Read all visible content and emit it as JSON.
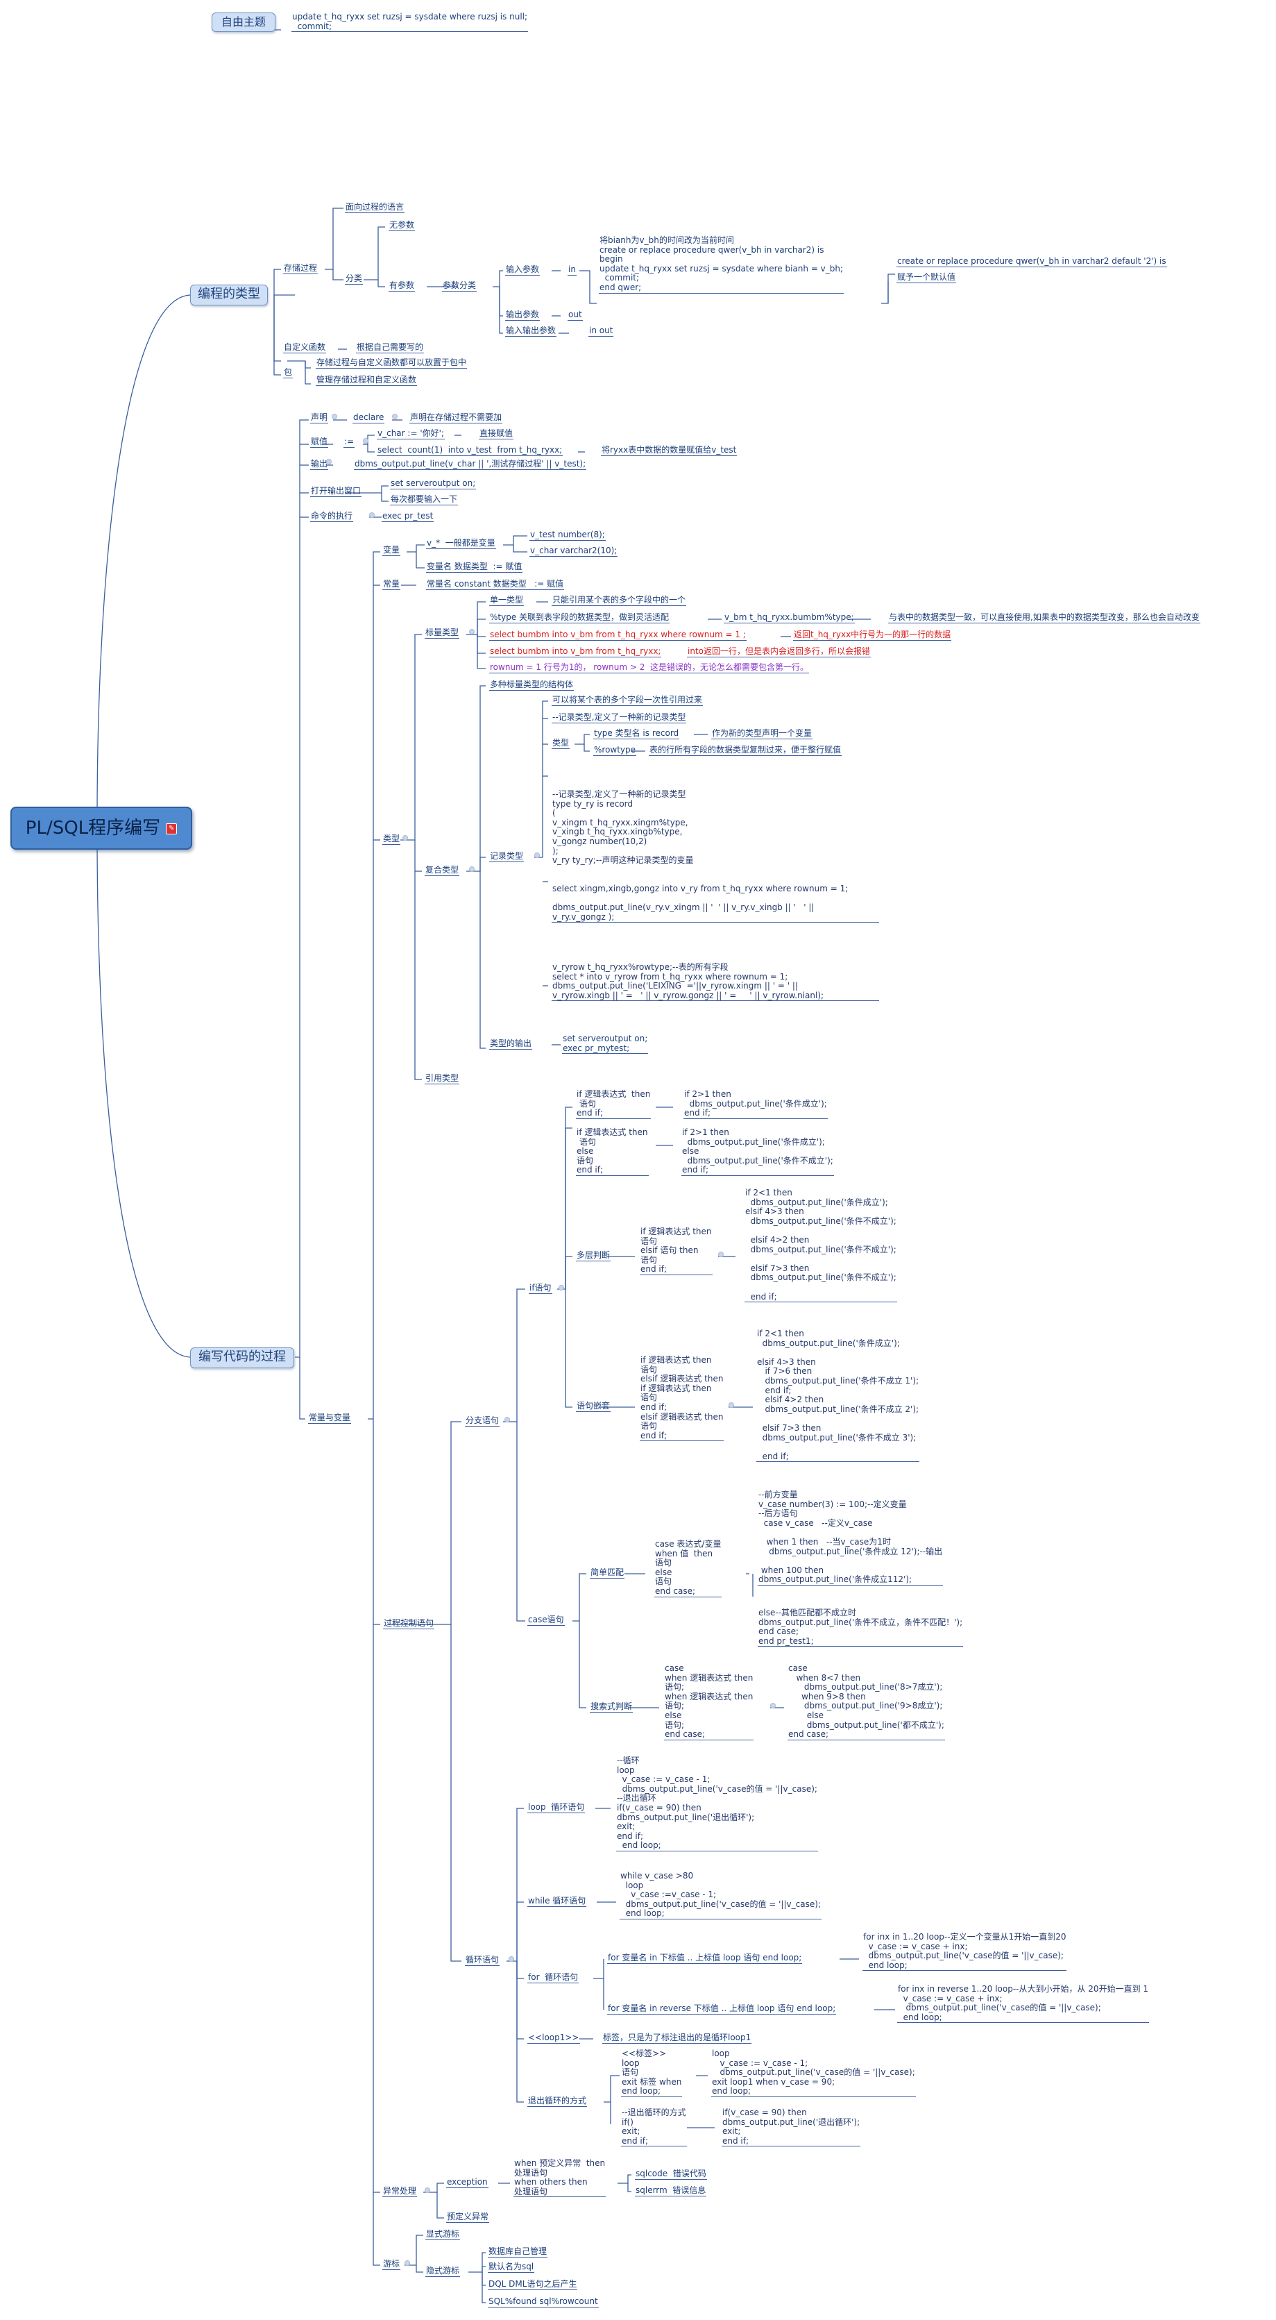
{
  "root": {
    "label": "PL/SQL程序编写"
  },
  "free_topic": {
    "label": "自由主题",
    "text": "update t_hq_ryxx set ruzsj = sysdate where ruzsj is null;\n  commit;"
  },
  "branches": {
    "types": "编程的类型",
    "code": "编写代码的过程"
  },
  "types": {
    "stored_proc": "存储过程",
    "procedural_lang": "面向过程的语言",
    "classify": "分类",
    "no_params": "无参数",
    "with_params": "有参数",
    "param_classify": "参数分类",
    "in_param": "输入参数",
    "in": "in",
    "in_code": "将bianh为v_bh的时间改为当前时间\ncreate or replace procedure qwer(v_bh in varchar2) is\nbegin\nupdate t_hq_ryxx set ruzsj = sysdate where bianh = v_bh;\n  commit;\nend qwer;",
    "default_code": "create or replace procedure qwer(v_bh in varchar2 default '2') is",
    "default_note": "赋予一个默认值",
    "out_param": "输出参数",
    "out": "out",
    "inout_param": "输入输出参数",
    "inout": "in out",
    "custom_func": "自定义函数",
    "custom_func_note": "根据自己需要写的",
    "package": "包",
    "package_note1": "存储过程与自定义函数都可以放置于包中",
    "package_note2": "管理存储过程和自定义函数"
  },
  "code": {
    "declare_label": "声明",
    "declare": "declare",
    "declare_note": "声明在存储过程不需要加",
    "assign_label": "赋值",
    "assign_op": ":=",
    "assign_direct": "v_char := '你好';",
    "assign_direct_note": "直接赋值",
    "assign_select": "select  count(1)  into v_test  from t_hq_ryxx;",
    "assign_select_note": "将ryxx表中数据的数量赋值给v_test",
    "output_label": "输出",
    "output_code": "dbms_output.put_line(v_char || ',测试存储过程' || v_test);",
    "open_output_label": "打开输出窗口",
    "serveroutput": "set serveroutput on;",
    "every_time": "每次都要输入一下",
    "cmd_exec_label": "命令的执行",
    "cmd_exec": "exec pr_test",
    "const_var": "常量与变量",
    "variable": "变量",
    "var_prefix": "v_*  一般都是变量",
    "var_num": "v_test number(8);",
    "var_char": "v_char varchar2(10);",
    "var_assign": "变量名 数据类型  := 赋值",
    "constant": "常量",
    "const_assign": "常量名 constant 数据类型   := 赋值",
    "category": "类型",
    "scalar": "标量类型",
    "single": "单一类型",
    "single_note": "只能引用某个表的多个字段中的一个",
    "type_ref": "%type 关联到表字段的数据类型，做到灵活适配",
    "type_ref_code": "v_bm t_hq_ryxx.bumbm%type;",
    "type_ref_note": "与表中的数据类型一致，可以直接使用,如果表中的数据类型改变，那么也会自动改变",
    "row1_code": "select bumbm into v_bm from t_hq_ryxx where rownum = 1 ;",
    "row1_note": "返回t_hq_ryxx中行号为一的那一行的数据",
    "row_code": "select bumbm into v_bm from t_hq_ryxx;",
    "row_note": "into返回一行，但是表内会返回多行，所以会报错",
    "rownum_note": "rownum = 1 行号为1的， rownum > 2  这是错误的，无论怎么都需要包含第一行。",
    "composite": "复合类型",
    "multi_scalar": "多种标量类型的结构体",
    "record_type": "记录类型",
    "record_cite": "可以将某个表的多个字段一次性引用过来",
    "record_note": "--记录类型,定义了一种新的记录类型",
    "rec_type": "类型",
    "rec_type_code": "type 类型名 is record",
    "rec_type_note": "作为新的类型声明一个变量",
    "rowtype": "%rowtype",
    "rowtype_note": "表的行所有字段的数据类型复制过来，便于整行赋值",
    "rec_code": "--记录类型,定义了一种新的记录类型\ntype ty_ry is record\n(\nv_xingm t_hq_ryxx.xingm%type,\nv_xingb t_hq_ryxx.xingb%type,\nv_gongz number(10,2)\n);\nv_ry ty_ry;--声明这种记录类型的变量\n\n\nselect xingm,xingb,gongz into v_ry from t_hq_ryxx where rownum = 1;\n\ndbms_output.put_line(v_ry.v_xingm || '  ' || v_ry.v_xingb || '   ' ||\nv_ry.v_gongz );",
    "rowtype_code": "v_ryrow t_hq_ryxx%rowtype;--表的所有字段\nselect * into v_ryrow from t_hq_ryxx where rownum = 1;\ndbms_output.put_line('LEIXING  ='||v_ryrow.xingm || ' = ' ||\nv_ryrow.xingb || ' =   ' || v_ryrow.gongz || ' =     ' || v_ryrow.nianl);",
    "type_output": "类型的输出",
    "type_output_code": "set serveroutput on;\nexec pr_mytest;",
    "ref_type": "引用类型",
    "flow_control": "过程控制语句",
    "branch": "分支语句",
    "if_stmt": "if语句",
    "if1_syntax": "if 逻辑表达式  then\n 语句\nend if;",
    "if1_code": "if 2>1 then\n  dbms_output.put_line('条件成立');\nend if;",
    "if2_syntax": "if 逻辑表达式 then\n 语句\nelse\n语句\nend if;",
    "if2_code": "if 2>1 then\n  dbms_output.put_line('条件成立');\nelse\n  dbms_output.put_line('条件不成立');\nend if;",
    "multi_if": "多层判断",
    "multi_if_syntax": "if 逻辑表达式 then\n语句\nelsif 语句 then\n语句\nend if;",
    "multi_if_code": "if 2<1 then\n  dbms_output.put_line('条件成立');\nelsif 4>3 then\n  dbms_output.put_line('条件不成立');\n\n  elsif 4>2 then\n  dbms_output.put_line('条件不成立');\n\n  elsif 7>3 then\n  dbms_output.put_line('条件不成立');\n\n  end if;",
    "nested_if": "语句嵌套",
    "nested_if_syntax": "if 逻辑表达式 then\n语句\nelsif 逻辑表达式 then\nif 逻辑表达式 then\n语句\nend if;\nelsif 逻辑表达式 then\n语句\nend if;",
    "nested_if_code": "if 2<1 then\n  dbms_output.put_line('条件成立');\n\nelsif 4>3 then\n   if 7>6 then\n   dbms_output.put_line('条件不成立 1');\n   end if;\n   elsif 4>2 then\n   dbms_output.put_line('条件不成立 2');\n\n  elsif 7>3 then\n  dbms_output.put_line('条件不成立 3');\n\n  end if;",
    "case_stmt": "case语句",
    "simple_case": "简单匹配",
    "simple_case_syntax": "case 表达式/变量\nwhen 值  then\n语句\nelse\n语句\nend case;",
    "simple_case_code": "--前方变量\nv_case number(3) := 100;--定义变量\n--后方语句\n  case v_case   --定义v_case\n\n   when 1 then   --当v_case为1时\n    dbms_output.put_line('条件成立 12');--输出\n\n when 100 then\ndbms_output.put_line('条件成立112');",
    "simple_case_else": "else--其他匹配都不成立时\ndbms_output.put_line('条件不成立，条件不匹配！');\nend case;\nend pr_test1;",
    "search_case": "搜索式判断",
    "search_case_syntax": "case\nwhen 逻辑表达式 then\n语句;\nwhen 逻辑表达式 then\n语句;\nelse\n语句;\nend case;",
    "search_case_code": "case\n   when 8<7 then\n      dbms_output.put_line('8>7成立');\n     when 9>8 then\n      dbms_output.put_line('9>8成立');\n       else\n       dbms_output.put_line('都不成立');\nend case;",
    "loop_stmt": "循环语句",
    "loop_label": "loop  循环语句",
    "loop_code": "--循环\nloop\n  v_case := v_case - 1;\n  dbms_output.put_line('v_case的值 = '||v_case);\n--退出循环\nif(v_case = 90) then\ndbms_output.put_line('退出循环');\nexit;\nend if;\n  end loop;",
    "while_label": "while 循环语句",
    "while_code": "while v_case >80\n  loop\n    v_case :=v_case - 1;\n  dbms_output.put_line('v_case的值 = '||v_case);\n  end loop;",
    "for_label": "for  循环语句",
    "for1_syntax": "for 变量名 in 下标值 .. 上标值 loop 语句 end loop;",
    "for1_code": "for inx in 1..20 loop--定义一个变量从1开始一直到20\n  v_case := v_case + inx;\n  dbms_output.put_line('v_case的值 = '||v_case);\n  end loop;",
    "for2_syntax": "for 变量名 in reverse 下标值 .. 上标值 loop 语句 end loop;",
    "for2_code": "for inx in reverse 1..20 loop--从大到小开始，从 20开始一直到 1\n  v_case := v_case + inx;\n   dbms_output.put_line('v_case的值 = '||v_case);\n  end loop;",
    "label_loop": "<<loop1>>",
    "label_loop_note": "标签，只是为了标注退出的是循环loop1",
    "exit_loop": "退出循环的方式",
    "exit1_syntax": "<<标签>>\nloop\n语句\nexit 标签 when\nend loop;",
    "exit1_code": "loop\n   v_case := v_case - 1;\n   dbms_output.put_line('v_case的值 = '||v_case);\nexit loop1 when v_case = 90;\nend loop;",
    "exit2_syntax": "--退出循环的方式\nif()\nexit;\nend if;",
    "exit2_code": "if(v_case = 90) then\ndbms_output.put_line('退出循环');\nexit;\nend if;",
    "exception_handle": "异常处理",
    "exception": "exception",
    "exception_code": "when 预定义异常  then\n处理语句\nwhen others then\n处理语句",
    "sqlcode": "sqlcode  错误代码",
    "sqlerrm": "sqlerrm  错误信息",
    "predefined_exc": "预定义异常",
    "cursor": "游标",
    "explicit_cursor": "显式游标",
    "implicit_cursor": "隐式游标",
    "db_manage": "数据库自己管理",
    "default_name": "默认名为sql",
    "dql_dml": "DQL DML语句之后产生",
    "rowcount": "SQL%found sql%rowcount"
  },
  "colors": {
    "root_fill": "#4f8ad1",
    "box_fill": "#cfe0f6",
    "line": "#3b5e9e",
    "red_text": "#d81e1e",
    "purple_text": "#8a32c8"
  }
}
